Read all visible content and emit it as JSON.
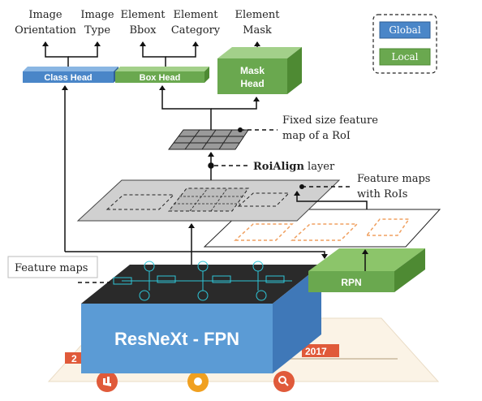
{
  "outputs": {
    "image_orientation": [
      "Image",
      "Orientation"
    ],
    "image_type": [
      "Image",
      "Type"
    ],
    "element_bbox": [
      "Element",
      "Bbox"
    ],
    "element_category": [
      "Element",
      "Category"
    ],
    "element_mask": [
      "Element",
      "Mask"
    ]
  },
  "heads": {
    "class_head": "Class Head",
    "box_head": "Box Head",
    "mask_head": [
      "Mask",
      "Head"
    ]
  },
  "legend": {
    "global": "Global",
    "local": "Local"
  },
  "annotations": {
    "fixed_size": [
      "Fixed size feature",
      "map of a RoI"
    ],
    "roialign_bold": "RoiAlign",
    "roialign_rest": " layer",
    "feature_rois": [
      "Feature maps",
      "with RoIs"
    ],
    "feature_maps": "Feature maps"
  },
  "modules": {
    "rpn": "RPN",
    "backbone": "ResNeXt - FPN"
  },
  "document": {
    "year_right": "2017",
    "year_left": "2"
  },
  "colors": {
    "global_blue": "#4a86c8",
    "local_green": "#6aa84f",
    "backbone_blue": "#5b9bd5",
    "rpn_orange": "#f0a060",
    "doc_red": "#e05a3a",
    "doc_orange": "#f0a020"
  }
}
